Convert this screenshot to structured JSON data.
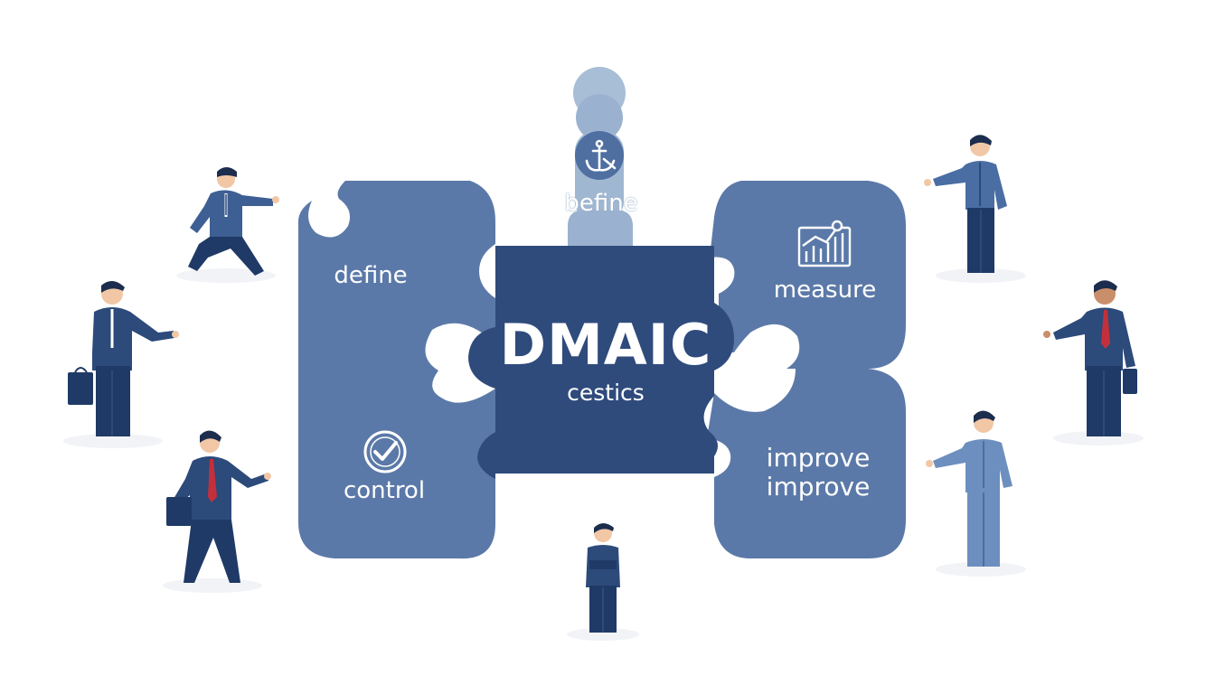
{
  "diagram": {
    "center_title": "DMAIC",
    "center_subtitle": "cestics",
    "top_label": "befine",
    "pieces": {
      "define": "define",
      "measure": "measure",
      "control": "control",
      "improve_line1": "improve",
      "improve_line2": "improve"
    },
    "icons": {
      "top": "anchor-icon",
      "measure": "bar-chart-icon",
      "control": "checkmark-icon"
    },
    "colors": {
      "piece": "#5b79a8",
      "center": "#2f4b7c",
      "top_stack": "#a8bdd6",
      "suit": "#2c4a7a",
      "suit_light": "#6d8fbf"
    }
  }
}
